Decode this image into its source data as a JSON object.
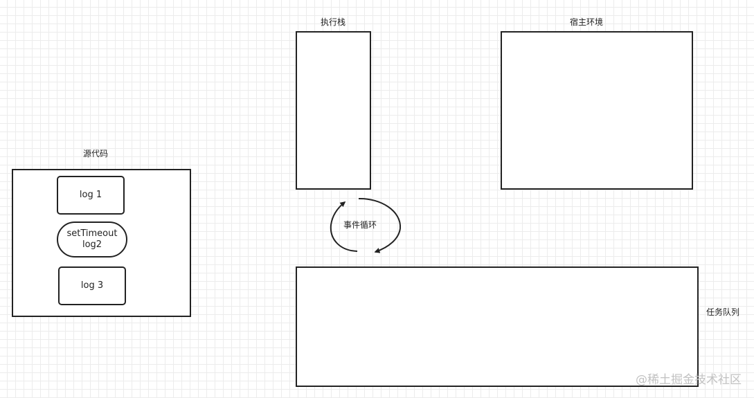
{
  "source_code": {
    "title": "源代码",
    "items": [
      {
        "line1": "log 1"
      },
      {
        "line1": "setTimeout",
        "line2": "log2"
      },
      {
        "line1": "log 3"
      }
    ]
  },
  "call_stack": {
    "title": "执行栈"
  },
  "host_environment": {
    "title": "宿主环境"
  },
  "event_loop": {
    "label": "事件循环"
  },
  "task_queue": {
    "title": "任务队列"
  },
  "watermark": "@稀土掘金技术社区"
}
